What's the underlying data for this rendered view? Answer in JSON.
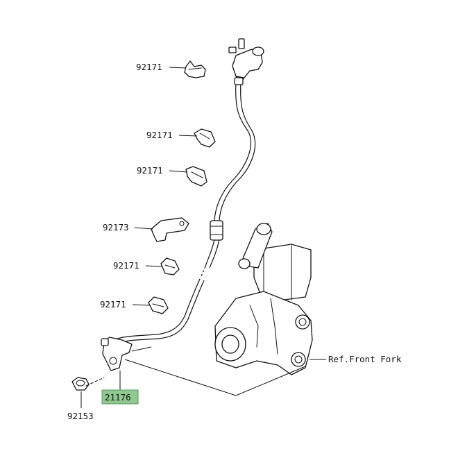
{
  "parts": [
    {
      "id": "clamp_1",
      "number": "92171"
    },
    {
      "id": "clamp_2",
      "number": "92171"
    },
    {
      "id": "clamp_3",
      "number": "92171"
    },
    {
      "id": "bracket",
      "number": "92173"
    },
    {
      "id": "clamp_4",
      "number": "92171"
    },
    {
      "id": "clamp_5",
      "number": "92171"
    },
    {
      "id": "sensor",
      "number": "21176",
      "highlight_color": "#8ec98e"
    },
    {
      "id": "bolt",
      "number": "92153"
    }
  ],
  "reference": {
    "label": "Ref.Front Fork"
  },
  "colors": {
    "line": "#111111",
    "highlight": "#8ec98e"
  }
}
